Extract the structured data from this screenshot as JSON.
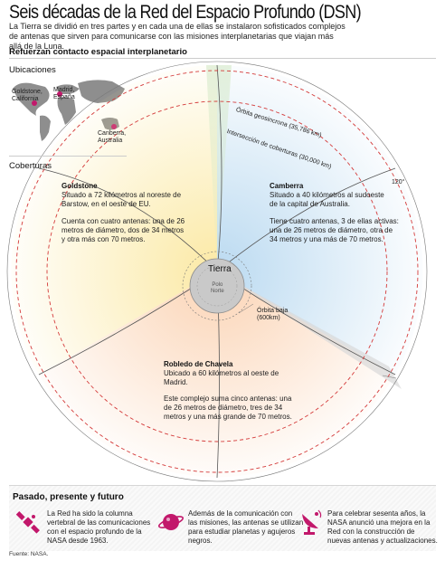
{
  "title": "Seis décadas de la Red del Espacio Profundo (DSN)",
  "intro": "La Tierra se dividió en tres partes y en cada una de ellas se instalaron sofisticados complejos de antenas que sirven para comunicarse con las misiones interplanetarias que viajan más allá de la Luna.",
  "subtitle": "Refuerzan contacto espacial interplanetario",
  "map": {
    "heading": "Ubicaciones",
    "labels": {
      "goldstone": [
        "Goldstone,",
        "California"
      ],
      "madrid": [
        "Madrid,",
        "España"
      ],
      "canberra": [
        "Canberra,",
        "Australia"
      ]
    }
  },
  "coverage": {
    "heading": "Coberturas",
    "earth_label": "Tierra",
    "pole_label": [
      "Polo",
      "Norte"
    ],
    "geo_orbit": "Órbita geosincrona (35,786 km)",
    "intersection": "Intersección de coberturas (30,000 km)",
    "low_orbit": [
      "Órbita baja",
      "(600km)"
    ],
    "angle": "120°",
    "colors": {
      "goldstone": "#fbe7a0",
      "canberra": "#bfdcf2",
      "robledo": "#fbd3b5",
      "orbit_dash": "#d43a3a"
    }
  },
  "sites": {
    "goldstone": {
      "name": "Goldstone",
      "desc": [
        "Situado a 72 kilómetros al noreste de",
        "Barstow, en el oeste de EU."
      ],
      "antennas": [
        "Cuenta con cuatro antenas: una de 26",
        "metros de diámetro, dos de 34 metros",
        "y otra más con 70 metros."
      ]
    },
    "canberra": {
      "name": "Camberra",
      "desc": [
        "Situado a 40 kilómetros al sudoeste",
        "de la capital de Australia."
      ],
      "antennas": [
        "Tiene cuatro antenas, 3 de ellas activas:",
        "una de 26 metros de diámetro, otra de",
        "34 metros y una más de 70 metros."
      ]
    },
    "robledo": {
      "name": "Robledo de Chavela",
      "desc": [
        "Ubicado a 60 kilómetros al oeste de",
        "Madrid."
      ],
      "antennas": [
        "Este complejo suma cinco antenas: una",
        "de 26 metros de diámetro, tres de 34",
        "metros y una más grande de 70 metros."
      ]
    }
  },
  "footer": {
    "heading": "Pasado, presente y futuro",
    "accent": "#c2186b",
    "items": [
      {
        "icon": "satellite-icon",
        "lines": [
          "La Red ha sido la columna",
          "vertebral de las comunicaciones",
          "con el espacio profundo de la",
          "NASA desde 1963."
        ]
      },
      {
        "icon": "planet-icon",
        "lines": [
          "Además de la comunicación con",
          "las misiones, las antenas se utilizan",
          "para estudiar planetas y agujeros",
          "negros."
        ]
      },
      {
        "icon": "radar-dish-icon",
        "lines": [
          "Para celebrar sesenta años, la",
          "NASA anunció una mejora en la",
          "Red con la construcción de",
          "nuevas antenas y actualizaciones."
        ]
      }
    ]
  },
  "source": "Fuente: NASA."
}
